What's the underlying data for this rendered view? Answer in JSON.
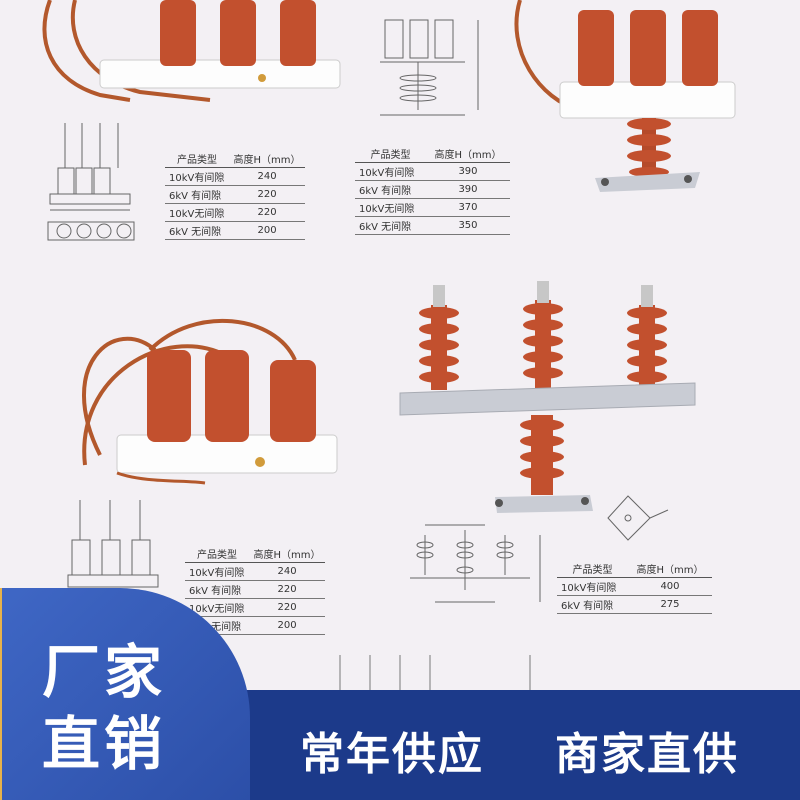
{
  "tables": [
    {
      "headers": [
        "产品类型",
        "高度H（mm）"
      ],
      "rows": [
        [
          "10kV有间隙",
          "240"
        ],
        [
          "6kV 有间隙",
          "220"
        ],
        [
          "10kV无间隙",
          "220"
        ],
        [
          "6kV 无间隙",
          "200"
        ]
      ]
    },
    {
      "headers": [
        "产品类型",
        "高度H（mm）"
      ],
      "rows": [
        [
          "10kV有间隙",
          "390"
        ],
        [
          "6kV 有间隙",
          "390"
        ],
        [
          "10kV无间隙",
          "370"
        ],
        [
          "6kV 无间隙",
          "350"
        ]
      ]
    },
    {
      "headers": [
        "产品类型",
        "高度H（mm）"
      ],
      "rows": [
        [
          "10kV有间隙",
          "240"
        ],
        [
          "6kV 有间隙",
          "220"
        ],
        [
          "10kV无间隙",
          "220"
        ],
        [
          "6kV 无间隙",
          "200"
        ]
      ]
    },
    {
      "headers": [
        "产品类型",
        "高度H（mm）"
      ],
      "rows": [
        [
          "10kV有间隙",
          "400"
        ],
        [
          "6kV 有间隙",
          "275"
        ]
      ]
    }
  ],
  "badge": {
    "line1": "厂家",
    "line2": "直销"
  },
  "slogans": {
    "left": "常年供应",
    "right": "商家直供"
  },
  "colors": {
    "insulator": "#c2502e",
    "cable": "#b3582c",
    "banner": "#1c3a8a",
    "badge": "#3a62c0",
    "accent": "#e7b24a"
  }
}
